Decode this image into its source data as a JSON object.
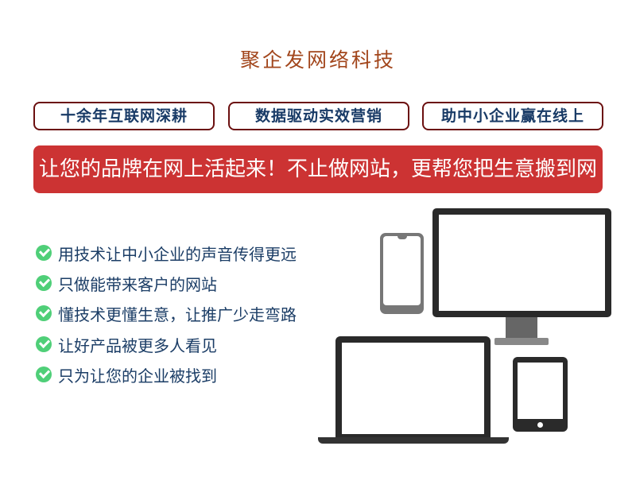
{
  "title": "聚企发网络科技",
  "badges": [
    "十余年互联网深耕",
    "数据驱动实效营销",
    "助中小企业赢在线上"
  ],
  "banner": "让您的品牌在网上活起来！不止做网站，更帮您把生意搬到网上！",
  "features": [
    "用技术让中小企业的声音传得更远",
    "只做能带来客户的网站",
    "懂技术更懂生意，让推广少走弯路",
    "让好产品被更多人看见",
    "只为让您的企业被找到"
  ],
  "colors": {
    "title": "#a2461c",
    "badge_border": "#6b0f0f",
    "badge_text": "#183a66",
    "banner": "#cc3333",
    "check": "#4fcf78"
  }
}
